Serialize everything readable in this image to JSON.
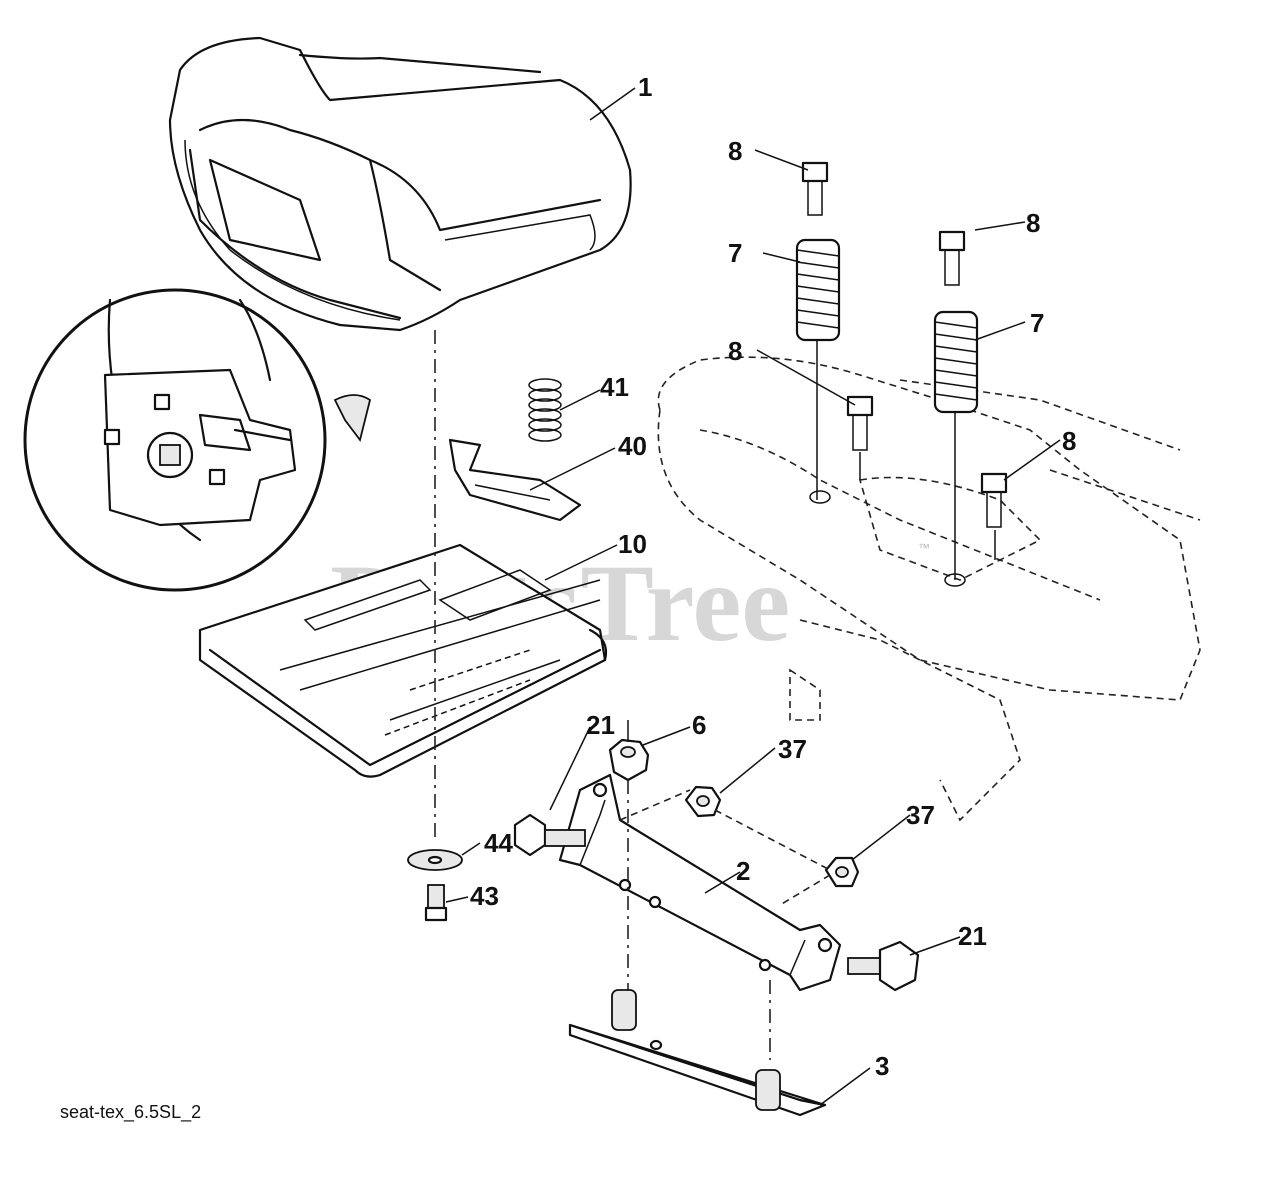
{
  "diagram": {
    "watermark": "PartsTree",
    "watermark_tm": "™",
    "caption": "seat-tex_6.5SL_2",
    "callouts": [
      {
        "id": "1"
      },
      {
        "id": "8"
      },
      {
        "id": "8"
      },
      {
        "id": "7"
      },
      {
        "id": "7"
      },
      {
        "id": "8"
      },
      {
        "id": "8"
      },
      {
        "id": "41"
      },
      {
        "id": "40"
      },
      {
        "id": "10"
      },
      {
        "id": "21"
      },
      {
        "id": "6"
      },
      {
        "id": "37"
      },
      {
        "id": "37"
      },
      {
        "id": "44"
      },
      {
        "id": "43"
      },
      {
        "id": "2"
      },
      {
        "id": "21"
      },
      {
        "id": "3"
      }
    ]
  }
}
